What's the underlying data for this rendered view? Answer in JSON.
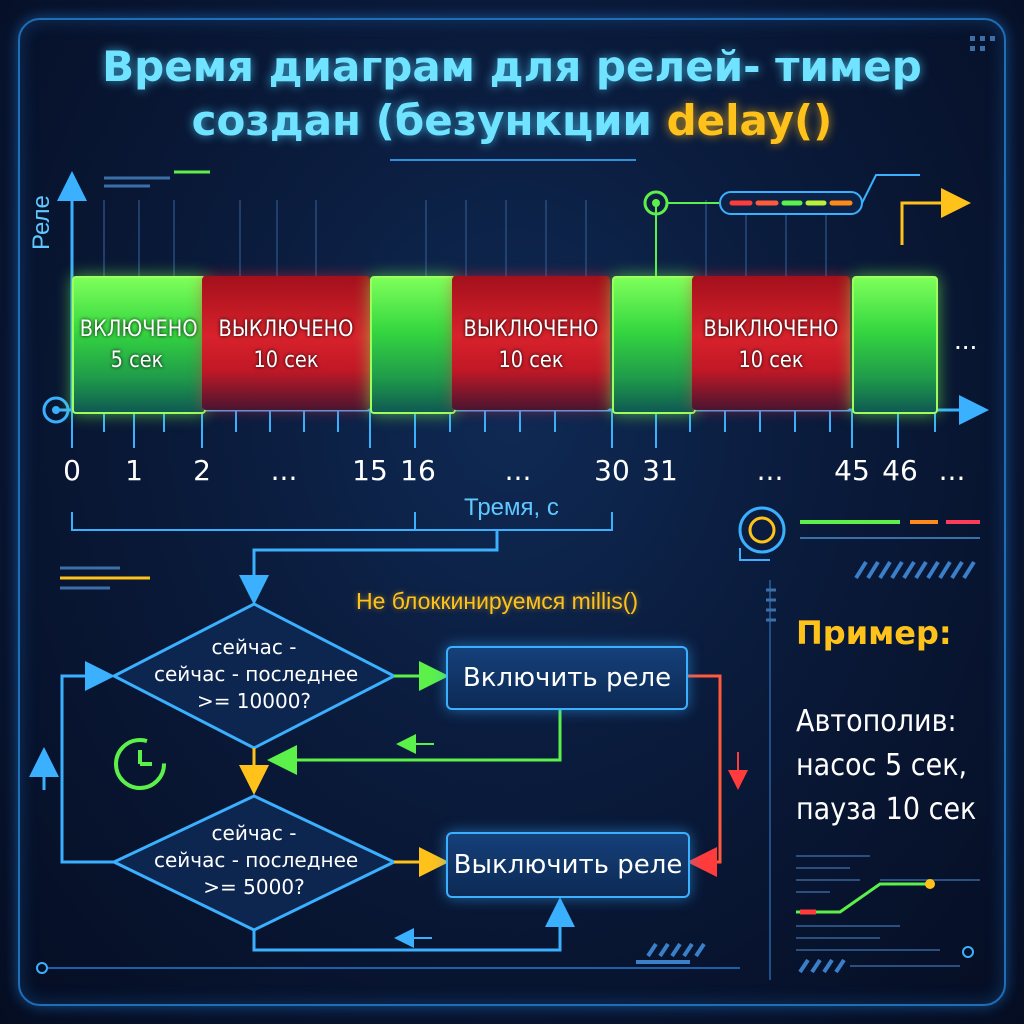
{
  "title": {
    "line1": "Время диаграм для релей- тимер",
    "line2_prefix": "создан (безункции ",
    "line2_highlight": "delay()"
  },
  "timing": {
    "y_axis_label": "Реле",
    "x_axis_label": "Тремя, с",
    "ellipsis": "...",
    "segments": [
      {
        "state": "on",
        "line1": "ВКЛЮЧЕНО",
        "line2": "5 сек"
      },
      {
        "state": "off",
        "line1": "ВЫКЛЮЧЕНО",
        "line2": "10 сек"
      },
      {
        "state": "on",
        "line1": "",
        "line2": ""
      },
      {
        "state": "off",
        "line1": "ВЫКЛЮЧЕНО",
        "line2": "10 сек"
      },
      {
        "state": "on",
        "line1": "",
        "line2": ""
      },
      {
        "state": "off",
        "line1": "ВЫКЛЮЧЕНО",
        "line2": "10 сек"
      },
      {
        "state": "on",
        "line1": "",
        "line2": ""
      }
    ],
    "ticks": [
      "0",
      "1",
      "2",
      "...",
      "15",
      "16",
      "...",
      "30",
      "31",
      "...",
      "45",
      "46",
      "..."
    ]
  },
  "flow": {
    "heading": "Не блоккинируемся millis()",
    "decision1": {
      "line1": "сейчас -",
      "line2": "сейчас - последнее",
      "line3": ">= 10000?"
    },
    "decision2": {
      "line1": "сейчас -",
      "line2": "сейчас - последнее",
      "line3": ">= 5000?"
    },
    "action_on": "Включить реле",
    "action_off": "Выключить реле"
  },
  "example": {
    "heading": "Пример:",
    "line1": "Автополив:",
    "line2": "насос 5 сек,",
    "line3": "пауза 10 сек"
  },
  "colors": {
    "on": "#3fe04a",
    "off": "#d8222c",
    "accent_cyan": "#3ab0ff",
    "accent_yellow": "#ffc21a"
  }
}
